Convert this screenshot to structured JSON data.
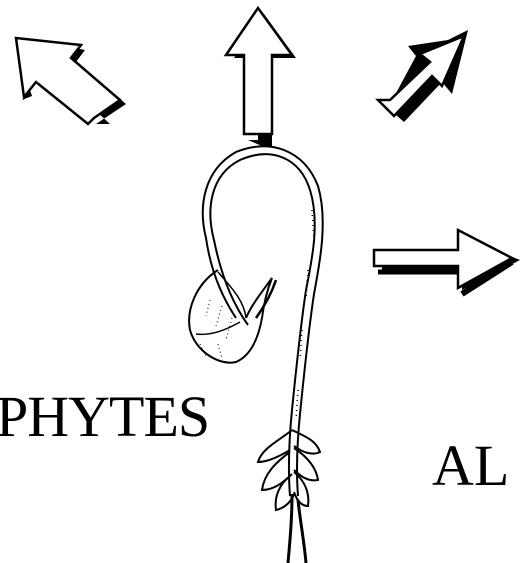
{
  "diagram": {
    "labels": {
      "left": "PHYTES",
      "right": "AL"
    },
    "arrows": [
      {
        "name": "arrow-up-left",
        "direction": "up-left"
      },
      {
        "name": "arrow-up",
        "direction": "up"
      },
      {
        "name": "arrow-up-right",
        "direction": "up-right"
      },
      {
        "name": "arrow-right",
        "direction": "right"
      }
    ],
    "colors": {
      "ink": "#000000",
      "background": "#ffffff"
    },
    "icons": [
      "seedling-icon"
    ]
  }
}
